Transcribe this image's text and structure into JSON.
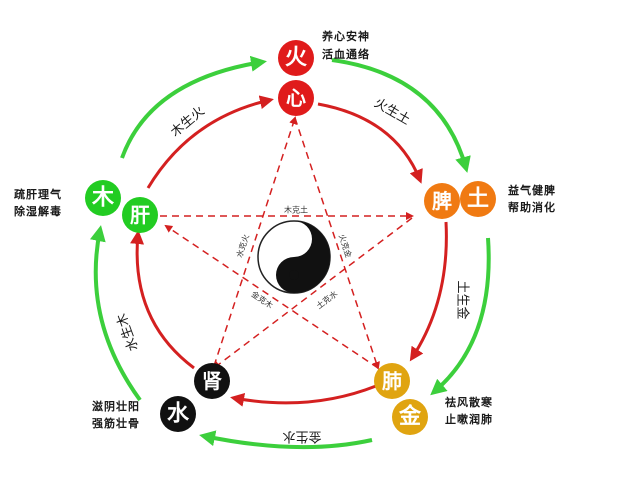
{
  "colors": {
    "fire": "#e01b1b",
    "earth": "#f07a12",
    "metal": "#e0a410",
    "water": "#111111",
    "wood": "#22cc22",
    "green_arrow": "#3ccf3c",
    "red_arrow": "#d42020",
    "star_dash": "#d42020"
  },
  "elements": {
    "fire": {
      "element": "火",
      "organ": "心",
      "desc1": "养心安神",
      "desc2": "活血通络"
    },
    "earth": {
      "element": "土",
      "organ": "脾",
      "desc1": "益气健脾",
      "desc2": "帮助消化"
    },
    "metal": {
      "element": "金",
      "organ": "肺",
      "desc1": "祛风散寒",
      "desc2": "止嗽润肺"
    },
    "water": {
      "element": "水",
      "organ": "肾",
      "desc1": "滋阴壮阳",
      "desc2": "强筋壮骨"
    },
    "wood": {
      "element": "木",
      "organ": "肝",
      "desc1": "疏肝理气",
      "desc2": "除湿解毒"
    }
  },
  "generating": {
    "wood_fire": "木生火",
    "fire_earth": "火生土",
    "earth_metal": "土生金",
    "metal_water": "金生水",
    "water_wood": "水生木"
  },
  "overcoming": {
    "wood_earth": "木克土",
    "earth_water": "土克水",
    "water_fire": "水克火",
    "fire_metal": "火克金",
    "metal_wood": "金克木"
  },
  "center_icon": "yin-yang-icon"
}
